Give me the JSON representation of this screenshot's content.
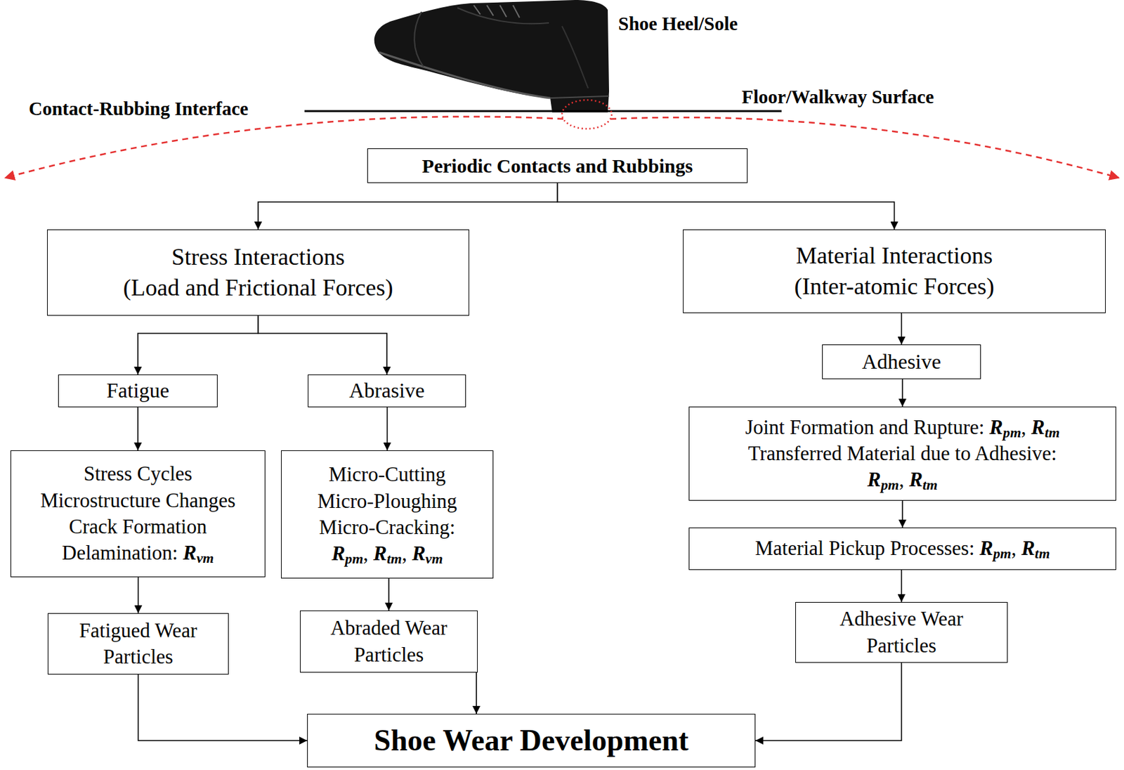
{
  "diagram": {
    "nodes": [
      {
        "text": [
          "Periodic Contacts and Rubbings"
        ]
      },
      {
        "text": [
          "Stress Interactions (Load and Frictional Forces)"
        ]
      },
      {
        "text": [
          "Material Interactions (Inter-atomic Forces)"
        ]
      },
      {
        "text": [
          "Fatigue"
        ]
      },
      {
        "text": [
          "Abrasive"
        ]
      },
      {
        "text": [
          "Adhesive"
        ]
      },
      {
        "text": [
          "Stress Cycles Microstructure Changes Crack Formation Delamination: Rvm"
        ]
      },
      {
        "text": [
          "Micro-Cutting Micro-Ploughing Micro-Cracking: Rpm, Rtm, Rvm"
        ]
      },
      {
        "text": [
          "Joint Formation and Rupture: Rpm, Rtm",
          "Transferred Material due to Adhesive: Rpm, Rtm"
        ]
      },
      {
        "text": [
          "Material Pickup Processes: Rpm, Rtm"
        ]
      },
      {
        "text": [
          "Fatigued Wear Particles"
        ]
      },
      {
        "text": [
          "Abraded Wear Particles"
        ]
      },
      {
        "text": [
          "Adhesive Wear Particles"
        ]
      },
      {
        "text": [
          "Shoe Wear Development"
        ]
      }
    ],
    "edges": [
      {
        "from": 0,
        "to": 1,
        "arrow": "to"
      },
      {
        "from": 0,
        "to": 2,
        "arrow": "to"
      },
      {
        "from": 1,
        "to": 3,
        "arrow": "to"
      },
      {
        "from": 1,
        "to": 4,
        "arrow": "to"
      },
      {
        "from": 2,
        "to": 5,
        "arrow": "to"
      },
      {
        "from": 3,
        "to": 6,
        "arrow": "to"
      },
      {
        "from": 4,
        "to": 7,
        "arrow": "to"
      },
      {
        "from": 5,
        "to": 8,
        "arrow": "to"
      },
      {
        "from": 8,
        "to": 9,
        "arrow": "to"
      },
      {
        "from": 6,
        "to": 10,
        "arrow": "to"
      },
      {
        "from": 7,
        "to": 11,
        "arrow": "to"
      },
      {
        "from": 9,
        "to": 12,
        "arrow": "to"
      },
      {
        "from": 10,
        "to": 13,
        "arrow": "to"
      },
      {
        "from": 11,
        "to": 13,
        "arrow": "to"
      },
      {
        "from": 12,
        "to": 13,
        "arrow": "to"
      }
    ],
    "labels": [
      "Shoe Heel/Sole",
      "Contact-Rubbing Interface",
      "Floor/Walkway Surface"
    ]
  }
}
